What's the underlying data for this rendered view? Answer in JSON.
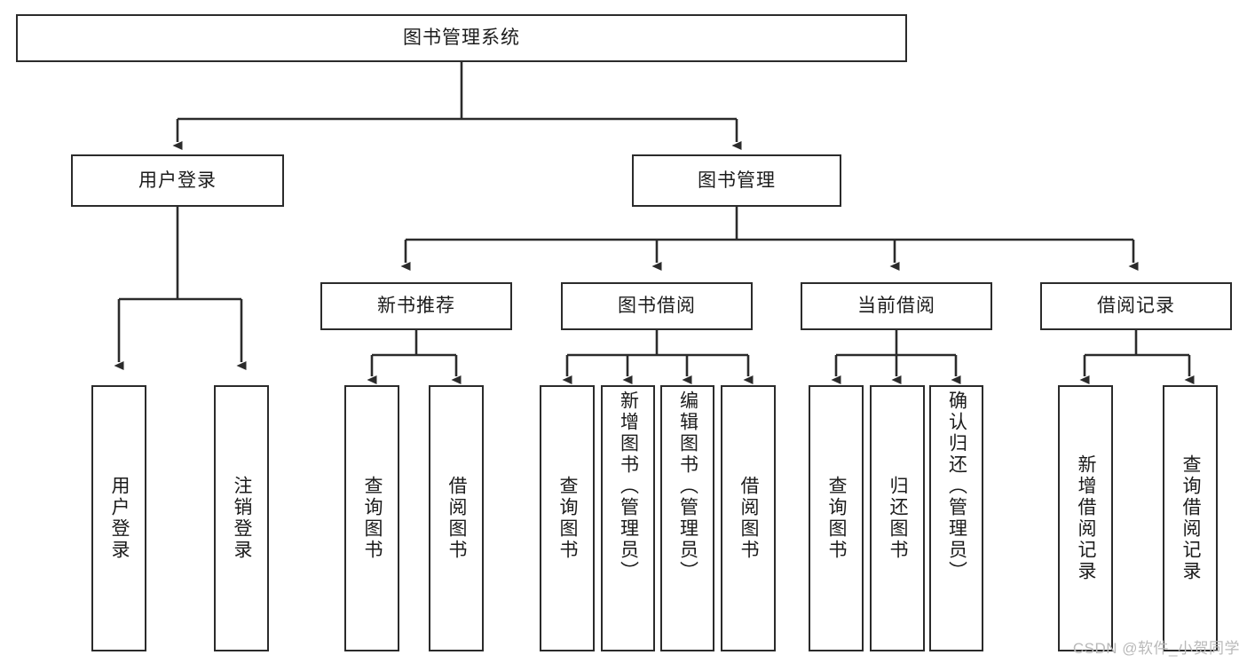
{
  "diagram": {
    "type": "tree-hierarchy",
    "title": "图书管理系统",
    "root": {
      "id": "root",
      "label": "图书管理系统",
      "orientation": "horizontal"
    },
    "level2": [
      {
        "id": "user-login",
        "label": "用户登录",
        "orientation": "horizontal"
      },
      {
        "id": "book-manage",
        "label": "图书管理",
        "orientation": "horizontal"
      }
    ],
    "level3": [
      {
        "id": "new-book-recommend",
        "label": "新书推荐",
        "orientation": "horizontal",
        "parent": "book-manage"
      },
      {
        "id": "book-borrow",
        "label": "图书借阅",
        "orientation": "horizontal",
        "parent": "book-manage"
      },
      {
        "id": "current-borrow",
        "label": "当前借阅",
        "orientation": "horizontal",
        "parent": "book-manage"
      },
      {
        "id": "borrow-record",
        "label": "借阅记录",
        "orientation": "horizontal",
        "parent": "book-manage"
      }
    ],
    "leaves": [
      {
        "id": "leaf-user-login",
        "label": "用户登录",
        "parent": "user-login",
        "orientation": "vertical"
      },
      {
        "id": "leaf-user-logout",
        "label": "注销登录",
        "parent": "user-login",
        "orientation": "vertical"
      },
      {
        "id": "leaf-query-book-1",
        "label": "查询图书",
        "parent": "new-book-recommend",
        "orientation": "vertical"
      },
      {
        "id": "leaf-borrow-book-1",
        "label": "借阅图书",
        "parent": "new-book-recommend",
        "orientation": "vertical"
      },
      {
        "id": "leaf-query-book-2",
        "label": "查询图书",
        "parent": "book-borrow",
        "orientation": "vertical"
      },
      {
        "id": "leaf-add-book",
        "label": "新增图书（管理员）",
        "parent": "book-borrow",
        "orientation": "vertical"
      },
      {
        "id": "leaf-edit-book",
        "label": "编辑图书（管理员）",
        "parent": "book-borrow",
        "orientation": "vertical"
      },
      {
        "id": "leaf-borrow-book-2",
        "label": "借阅图书",
        "parent": "book-borrow",
        "orientation": "vertical"
      },
      {
        "id": "leaf-query-book-3",
        "label": "查询图书",
        "parent": "current-borrow",
        "orientation": "vertical"
      },
      {
        "id": "leaf-return-book",
        "label": "归还图书",
        "parent": "current-borrow",
        "orientation": "vertical"
      },
      {
        "id": "leaf-confirm-return",
        "label": "确认归还（管理员）",
        "parent": "current-borrow",
        "orientation": "vertical"
      },
      {
        "id": "leaf-add-record",
        "label": "新增借阅记录",
        "parent": "borrow-record",
        "orientation": "vertical"
      },
      {
        "id": "leaf-query-record",
        "label": "查询借阅记录",
        "parent": "borrow-record",
        "orientation": "vertical"
      }
    ],
    "colors": {
      "stroke": "#2b2b2b",
      "fill": "#ffffff",
      "text": "#1b1b1b",
      "watermark": "#b9b9b9"
    }
  },
  "watermark": {
    "text": "CSDN @软件_小贺同学"
  }
}
